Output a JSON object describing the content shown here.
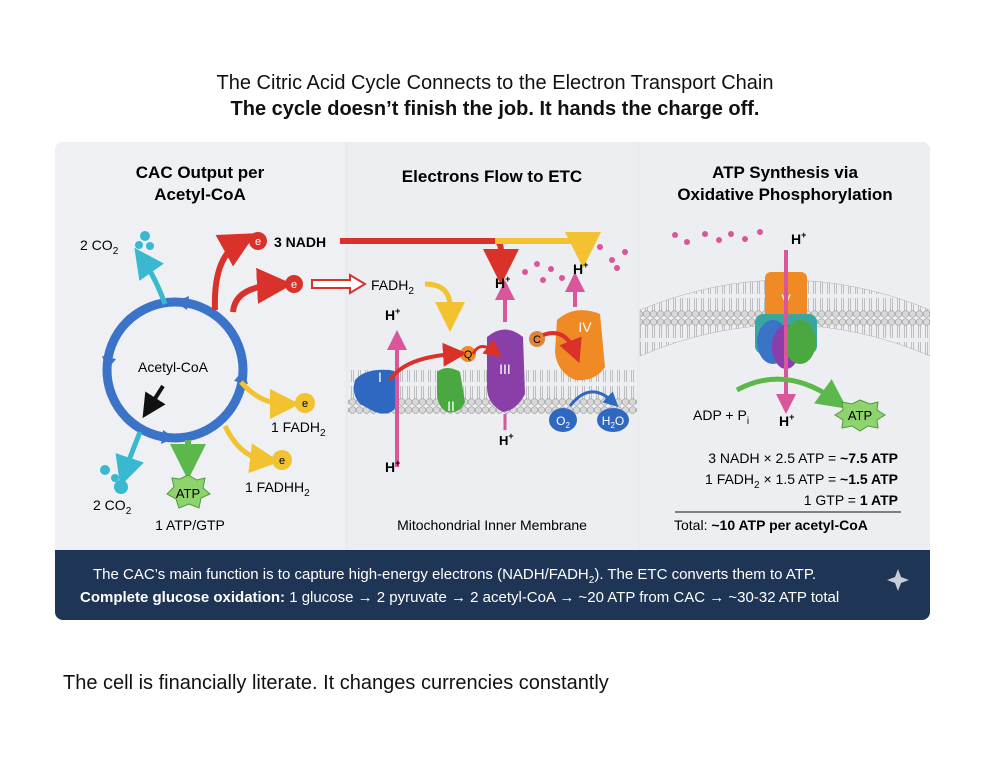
{
  "header": {
    "title": "The Citric Acid Cycle Connects to the Electron Transport Chain",
    "subtitle": "The cycle doesn’t finish the job. It hands the charge off."
  },
  "panels": {
    "cac": {
      "title_line1": "CAC Output per",
      "title_line2": "Acetyl-CoA",
      "center": "Acetyl-CoA",
      "co2_top": "2 CO",
      "co2_bottom": "2 CO",
      "sub2": "2",
      "electron": "e",
      "minus": "-",
      "nadh": "3 NADH",
      "fadh2": "1 FADH",
      "fadhh2": "1 FADHH",
      "atp_badge": "ATP",
      "atp_gtp": "1 ATP/GTP"
    },
    "etc": {
      "title": "Electrons Flow to ETC",
      "fadh2": "FADH",
      "proton": "H",
      "plus": "+",
      "complex_1": "I",
      "complex_2": "II",
      "complex_3": "III",
      "complex_4": "IV",
      "q": "Q",
      "c": "C",
      "o2": "O",
      "h2o_h": "H",
      "h2o_o": "O",
      "membrane_label": "Mitochondrial Inner Membrane"
    },
    "atp": {
      "title_line1": "ATP Synthesis via",
      "title_line2": "Oxidative Phosphorylation",
      "complex_5": "V",
      "proton": "H",
      "plus": "+",
      "adp": "ADP + P",
      "adp_sub": "i",
      "atp_badge": "ATP",
      "calc1_left": "3 NADH × 2.5 ATP = ",
      "calc1_right": "~7.5 ATP",
      "calc2_left_a": "1 FADH",
      "calc2_left_b": " × 1.5 ATP = ",
      "calc2_right": "~1.5 ATP",
      "calc3_left": "1 GTP = ",
      "calc3_right": "1 ATP",
      "total_left": "Total: ",
      "total_right": "~10 ATP per acetyl-CoA"
    }
  },
  "banner": {
    "line1_a": "The CAC’s main function is to capture high-energy electrons (NADH/FADH",
    "line1_b": "). The ETC converts them to ATP.",
    "line2_bold": "Complete glucose oxidation:",
    "line2_rest": " 1 glucose → 2 pyruvate → 2 acetyl-CoA → ~20 ATP from CAC → ~30-32 ATP total"
  },
  "footer": "The cell is financially literate. It changes currencies constantly",
  "colors": {
    "panel_bg": "#eef0f3",
    "cycle_blue": "#3b73c8",
    "banner_bg": "#1f3556",
    "nadh_red": "#d8322a",
    "arrow_yellow": "#f2c230",
    "atp_green": "#5cb84a",
    "proton_pink": "#d9569a",
    "complex_purple": "#8a3ea8",
    "complex_orange": "#f08a24",
    "co2_cyan": "#3ab8d0"
  }
}
